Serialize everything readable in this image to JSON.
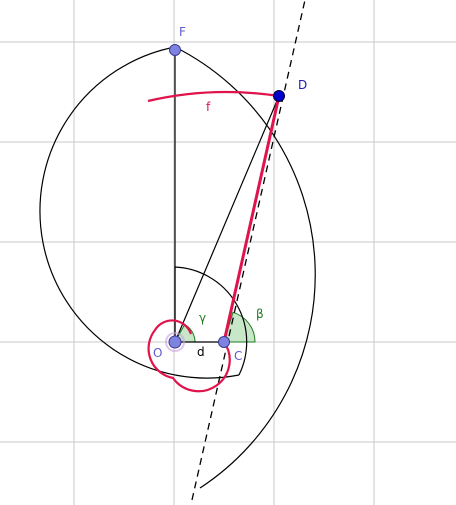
{
  "labels": {
    "F": "F",
    "D": "D",
    "f": "f",
    "gamma": "γ",
    "beta": "β",
    "O": "O",
    "d": "d",
    "C": "C"
  },
  "colors": {
    "background": "#ffffff",
    "grid": "#c8c8c8",
    "line": "#000000",
    "red": "#e0144c",
    "point_blue": "#7f83e0",
    "point_dark_blue": "#0000cc",
    "label_blue": "#5c5ccf",
    "dark_blue_label": "#1a1ab3",
    "green": "#1e7a1e",
    "angle_fill": "#c8e6c8"
  }
}
